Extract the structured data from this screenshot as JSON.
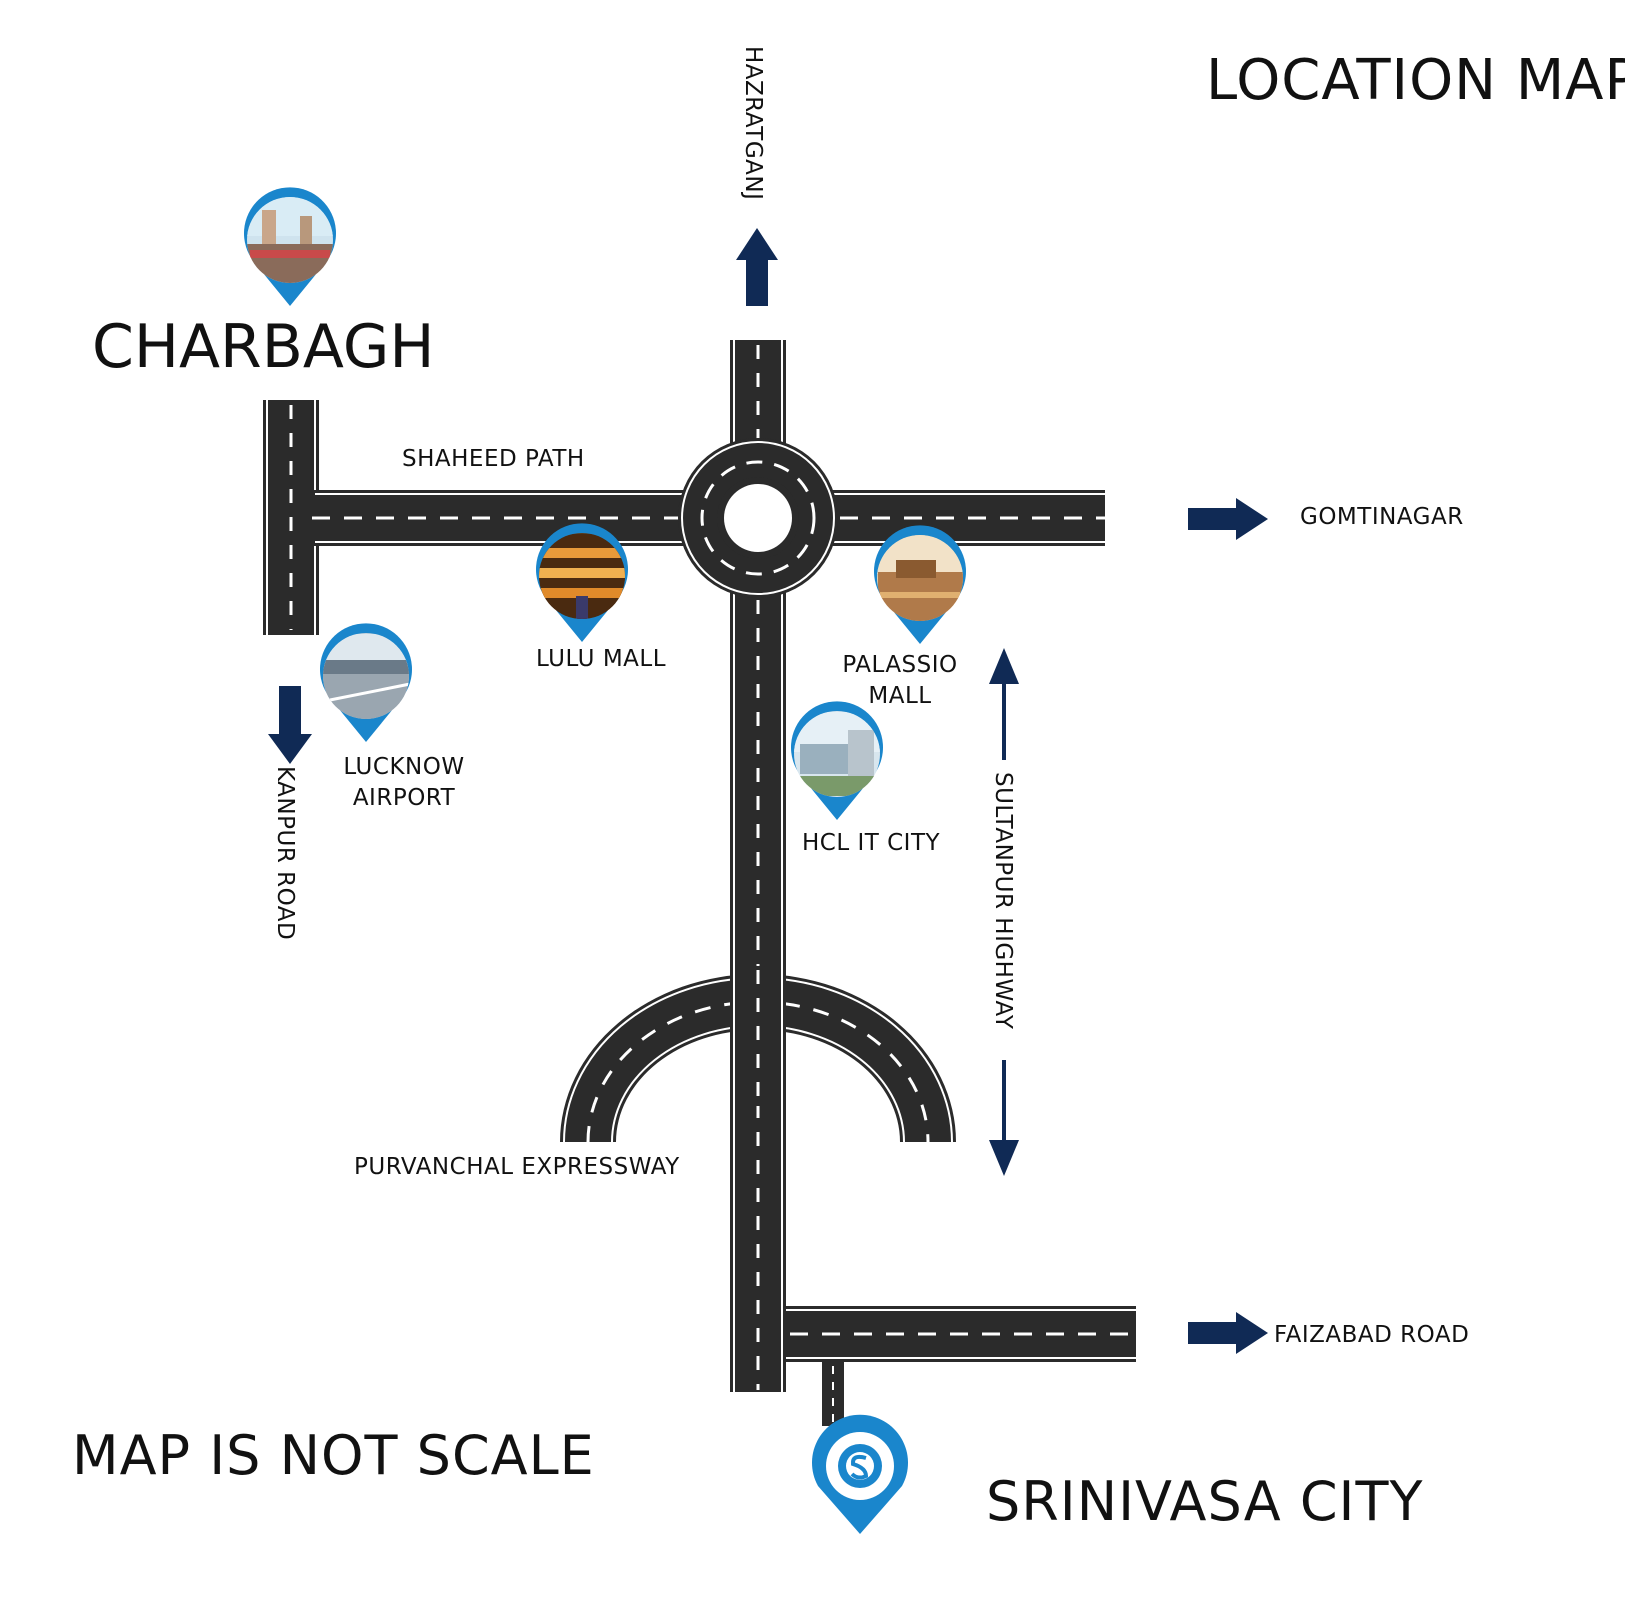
{
  "title": "LOCATION MAP",
  "disclaimer": "MAP IS NOT SCALE",
  "project": {
    "name": "SRINIVASA CITY",
    "pin_color": "#1a86cc"
  },
  "landmarks": {
    "charbagh": "CHARBAGH",
    "lulu_mall": "LULU MALL",
    "palassio_mall_line1": "PALASSIO",
    "palassio_mall_line2": "MALL",
    "lucknow_airport_line1": "LUCKNOW",
    "lucknow_airport_line2": "AIRPORT",
    "hcl_it_city": "HCL IT CITY"
  },
  "roads": {
    "shaheed_path": "SHAHEED PATH",
    "hazratganj": "HAZRATGANJ",
    "gomtinagar": "GOMTINAGAR",
    "kanpur_road": "KANPUR ROAD",
    "sultanpur_highway": "SULTANPUR HIGHWAY",
    "purvanchal_expressway": "PURVANCHAL EXPRESSWAY",
    "faizabad_road": "FAIZABAD ROAD"
  },
  "icons": {
    "direction_arrow": "arrow-icon",
    "location_pin": "map-pin-icon"
  },
  "colors": {
    "road": "#2b2b2b",
    "arrow": "#102a55",
    "pin": "#1a86cc",
    "text": "#111111"
  }
}
